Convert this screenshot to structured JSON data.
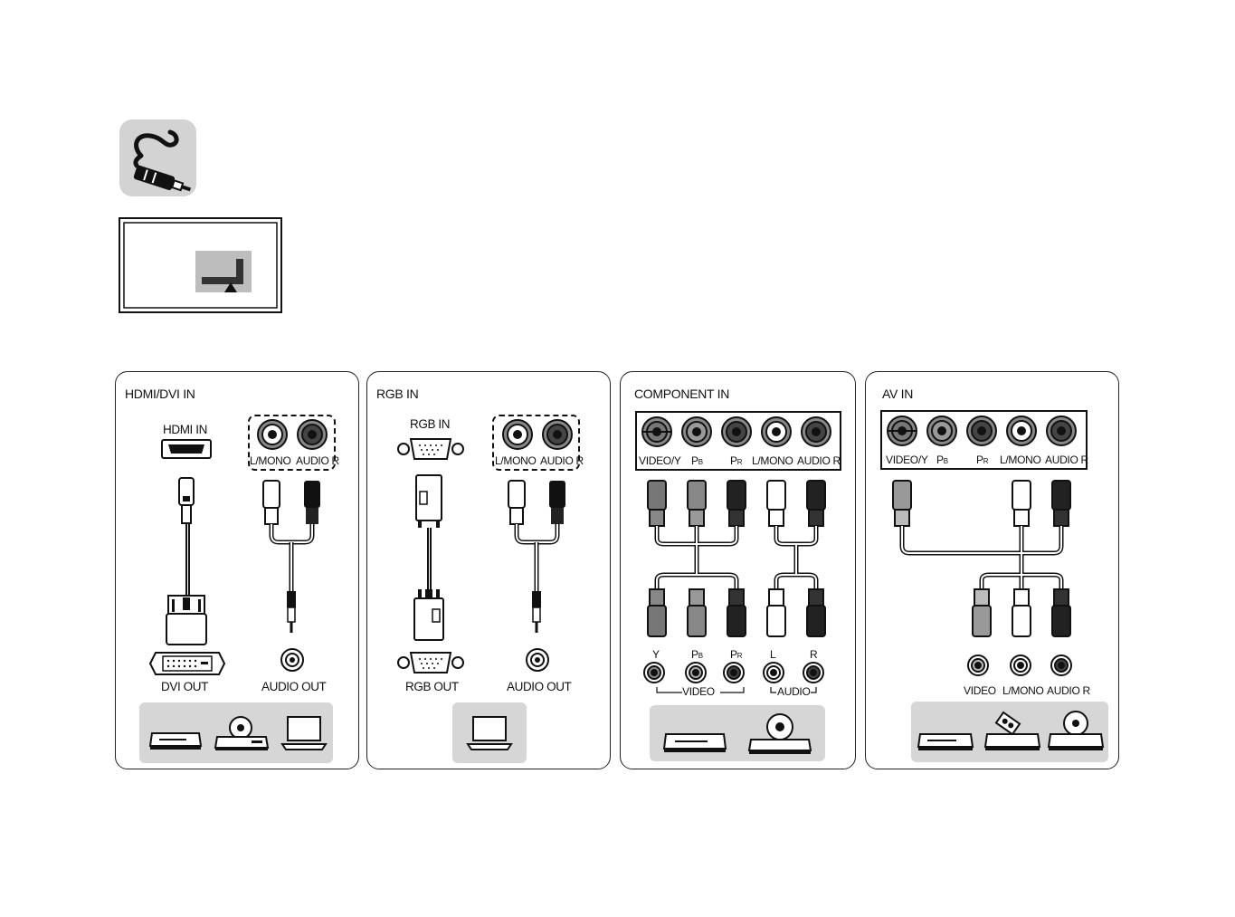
{
  "header": {
    "cable_icon": "rca-cable-icon",
    "tv_icon": "tv-rear-panel-icon"
  },
  "panels": {
    "hdmi": {
      "title": "HDMI/DVI IN",
      "hdmi_in": "HDMI IN",
      "l_mono": "L/MONO",
      "audio_r": "AUDIO R",
      "dvi_out": "DVI OUT",
      "audio_out": "AUDIO OUT",
      "devices": [
        "set-top-box-icon",
        "dvd-player-icon",
        "laptop-icon"
      ]
    },
    "rgb": {
      "title": "RGB IN",
      "rgb_in": "RGB IN",
      "l_mono": "L/MONO",
      "audio_r": "AUDIO R",
      "rgb_out": "RGB OUT",
      "audio_out": "AUDIO OUT",
      "devices": [
        "laptop-icon"
      ]
    },
    "component": {
      "title": "COMPONENT IN",
      "jacks": [
        "VIDEO/Y",
        "P",
        "P",
        "L/MONO",
        "AUDIO R"
      ],
      "jack_subs": [
        "",
        "B",
        "R",
        "",
        ""
      ],
      "out_jacks": [
        "Y",
        "P",
        "P",
        "L",
        "R"
      ],
      "out_subs": [
        "",
        "B",
        "R",
        "",
        ""
      ],
      "video": "VIDEO",
      "audio": "AUDIO",
      "devices": [
        "set-top-box-icon",
        "dvd-player-icon"
      ]
    },
    "av": {
      "title": "AV IN",
      "jacks": [
        "VIDEO/Y",
        "P",
        "P",
        "L/MONO",
        "AUDIO R"
      ],
      "jack_subs": [
        "",
        "B",
        "R",
        "",
        ""
      ],
      "out_jacks": [
        "VIDEO",
        "L/MONO",
        "AUDIO R"
      ],
      "devices": [
        "set-top-box-icon",
        "vcr-icon",
        "dvd-player-icon"
      ]
    }
  },
  "colors": {
    "video_plug": "#8a8a8a",
    "white_plug": "#ffffff",
    "red_plug": "#2a2a2a",
    "tray": "#d6d6d6",
    "icon_bg": "#d3d3d3"
  }
}
